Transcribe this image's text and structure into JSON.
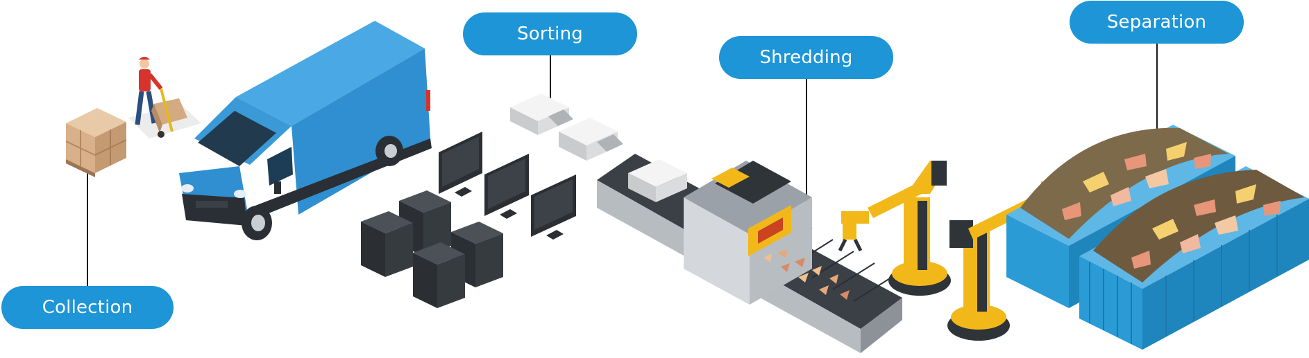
{
  "stages": [
    {
      "id": "collection",
      "label": "Collection"
    },
    {
      "id": "sorting",
      "label": "Sorting"
    },
    {
      "id": "shredding",
      "label": "Shredding"
    },
    {
      "id": "separation",
      "label": "Separation"
    }
  ],
  "colors": {
    "label_fill": "#1e95d6",
    "label_text": "#ffffff",
    "van_body": "#2f8fd0",
    "robot_yellow": "#f2b81a",
    "container_blue": "#2a9bd4",
    "monitor_dark": "#2b2f33"
  },
  "illustrations": [
    "cardboard-boxes",
    "worker-with-hand-truck",
    "delivery-van",
    "printers",
    "computer-monitors",
    "computer-towers",
    "conveyor-shredder",
    "robotic-arms",
    "waste-containers"
  ]
}
